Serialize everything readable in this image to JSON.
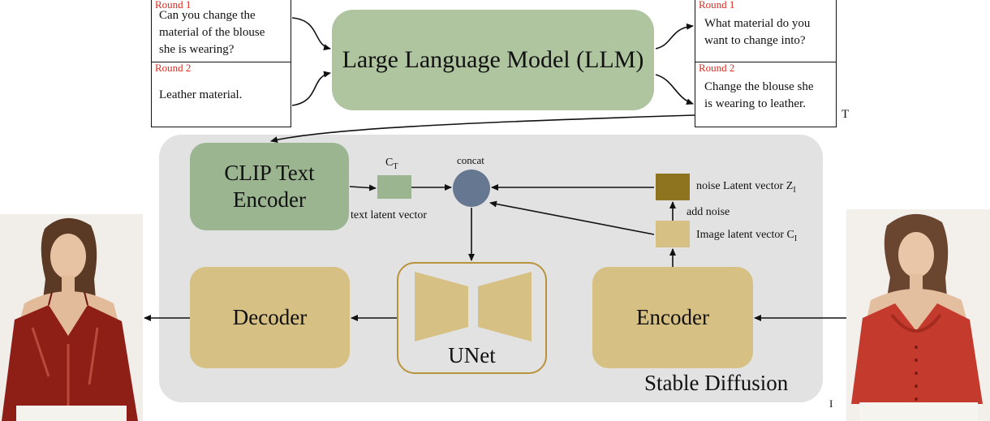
{
  "dialog": {
    "left_round1_tag": "Round 1",
    "left_round1_line1": "Can you change the",
    "left_round1_line2": "material of the blouse",
    "left_round1_line3": "she is wearing?",
    "left_round2_tag": "Round 2",
    "left_round2_text": "Leather material.",
    "right_round1_tag": "Round 1",
    "right_round1_line1": "What material do you",
    "right_round1_line2": "want to change into?",
    "right_round2_tag": "Round 2",
    "right_round2_line1": "Change the blouse she",
    "right_round2_line2": "is wearing to leather."
  },
  "llm": {
    "label": "Large Language Model (LLM)"
  },
  "t_label": "T",
  "i_label": "I",
  "clip": {
    "line1": "CLIP Text",
    "line2": "Encoder"
  },
  "ct": {
    "main": "C",
    "sub": "T"
  },
  "text_latent_label": "text latent vector",
  "concat_label": "concat",
  "noise_vec": {
    "main": "noise Latent vector Z",
    "sub": "I"
  },
  "add_noise_label": "add noise",
  "image_vec": {
    "main": "Image latent vector C",
    "sub": "I"
  },
  "decoder_label": "Decoder",
  "unet_label": "UNet",
  "encoder_label": "Encoder",
  "stable_diffusion_label": "Stable Diffusion",
  "colors": {
    "llm": "#afc59f",
    "clip": "#9bb590",
    "tan": "#d7c083",
    "noise": "#8f7420",
    "concat": "#667891",
    "round_tag": "#e0281e",
    "sd_panel": "#e2e2e2"
  }
}
